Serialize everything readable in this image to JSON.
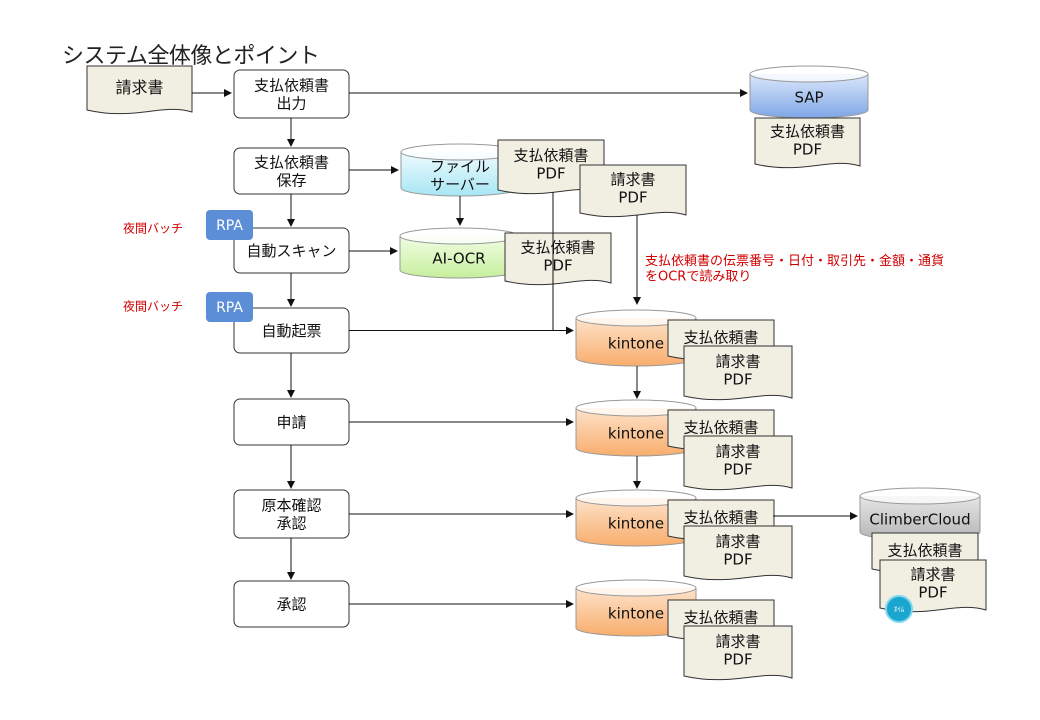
{
  "title": "システム全体像とポイント",
  "source_doc": "請求書",
  "steps": [
    {
      "id": "output",
      "label": "支払依頼書\n出力"
    },
    {
      "id": "save",
      "label": "支払依頼書\n保存"
    },
    {
      "id": "scan",
      "label": "自動スキャン"
    },
    {
      "id": "draft",
      "label": "自動起票"
    },
    {
      "id": "apply",
      "label": "申請"
    },
    {
      "id": "verify",
      "label": "原本確認\n承認"
    },
    {
      "id": "approve",
      "label": "承認"
    }
  ],
  "night_batch": "夜間バッチ",
  "rpa": "RPA",
  "systems": {
    "sap": "SAP",
    "file_server": "ファイル\nサーバー",
    "ai_ocr": "AI-OCR",
    "kintone": "kintone",
    "climber": "ClimberCloud"
  },
  "docs": {
    "payment_request_pdf": "支払依頼書\nPDF",
    "invoice_pdf": "請求書\nPDF",
    "payment_request": "支払依頼書"
  },
  "ocr_note": "支払依頼書の伝票番号・日付・取引先・金額・通貨\nをOCRで読み取り",
  "badge": "ｵｲﾑ",
  "colors": {
    "sap": "#7fa6e6",
    "file_server": "#a8e6f5",
    "ai_ocr": "#c6ef9c",
    "kintone": "#f8ad6c",
    "climber": "#b5b5b5",
    "rpa": "#5b8ed6",
    "note": "#d00000",
    "doc_fill": "#f1eee2"
  }
}
